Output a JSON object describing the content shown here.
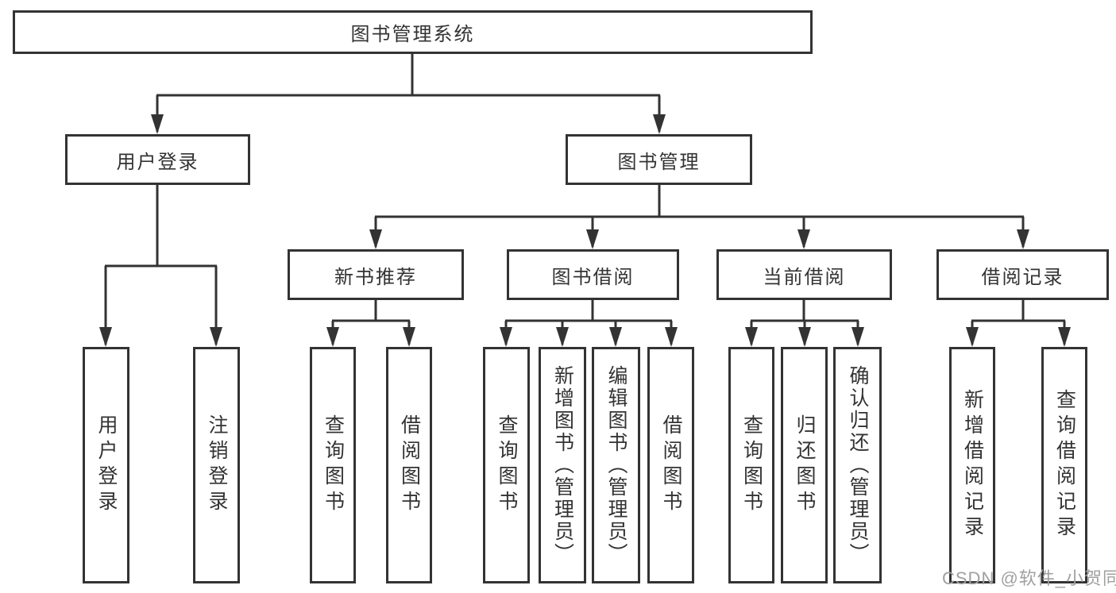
{
  "diagram": {
    "root": {
      "label": "图书管理系统"
    },
    "level2": [
      {
        "label": "用户登录"
      },
      {
        "label": "图书管理"
      }
    ],
    "level3": [
      {
        "label": "新书推荐"
      },
      {
        "label": "图书借阅"
      },
      {
        "label": "当前借阅"
      },
      {
        "label": "借阅记录"
      }
    ],
    "leaves": {
      "user_login": [
        "用户登录",
        "注销登录"
      ],
      "new_book_rec": [
        "查询图书",
        "借阅图书"
      ],
      "book_borrow": [
        "查询图书",
        "新增图书（管理员）",
        "编辑图书（管理员）",
        "借阅图书"
      ],
      "current_borrow": [
        "查询图书",
        "归还图书",
        "确认归还（管理员）"
      ],
      "borrow_record": [
        "新增借阅记录",
        "查询借阅记录"
      ]
    }
  },
  "watermark": {
    "text": "CSDN @软件_小贺同学"
  },
  "colors": {
    "line": "#333333",
    "text": "#333333",
    "watermark_text": "#a0a0a0",
    "background": "#ffffff"
  }
}
